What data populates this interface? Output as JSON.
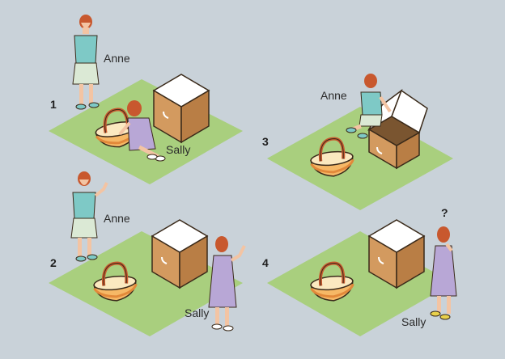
{
  "scenes": [
    {
      "number": "1",
      "labels": {
        "anne": "Anne",
        "sally": "Sally"
      }
    },
    {
      "number": "2",
      "labels": {
        "anne": "Anne",
        "sally": "Sally"
      }
    },
    {
      "number": "3",
      "labels": {
        "anne": "Anne"
      }
    },
    {
      "number": "4",
      "labels": {
        "sally": "Sally"
      },
      "question_mark": "?"
    }
  ],
  "colors": {
    "background": "#c9d2d9",
    "mat": "#a9cf7e",
    "box_side": "#d39a5f",
    "box_top": "#ffffff",
    "basket": "#f6b866",
    "basket_handle": "#c95a2f",
    "anne_shirt": "#7ec9c6",
    "anne_skirt": "#dbe9d5",
    "sally_dress": "#b8a7d6",
    "hair": "#c8582e",
    "skin": "#f3c4a3"
  },
  "icons": [
    "basket-icon",
    "box-icon",
    "person-anne-icon",
    "person-sally-icon"
  ]
}
